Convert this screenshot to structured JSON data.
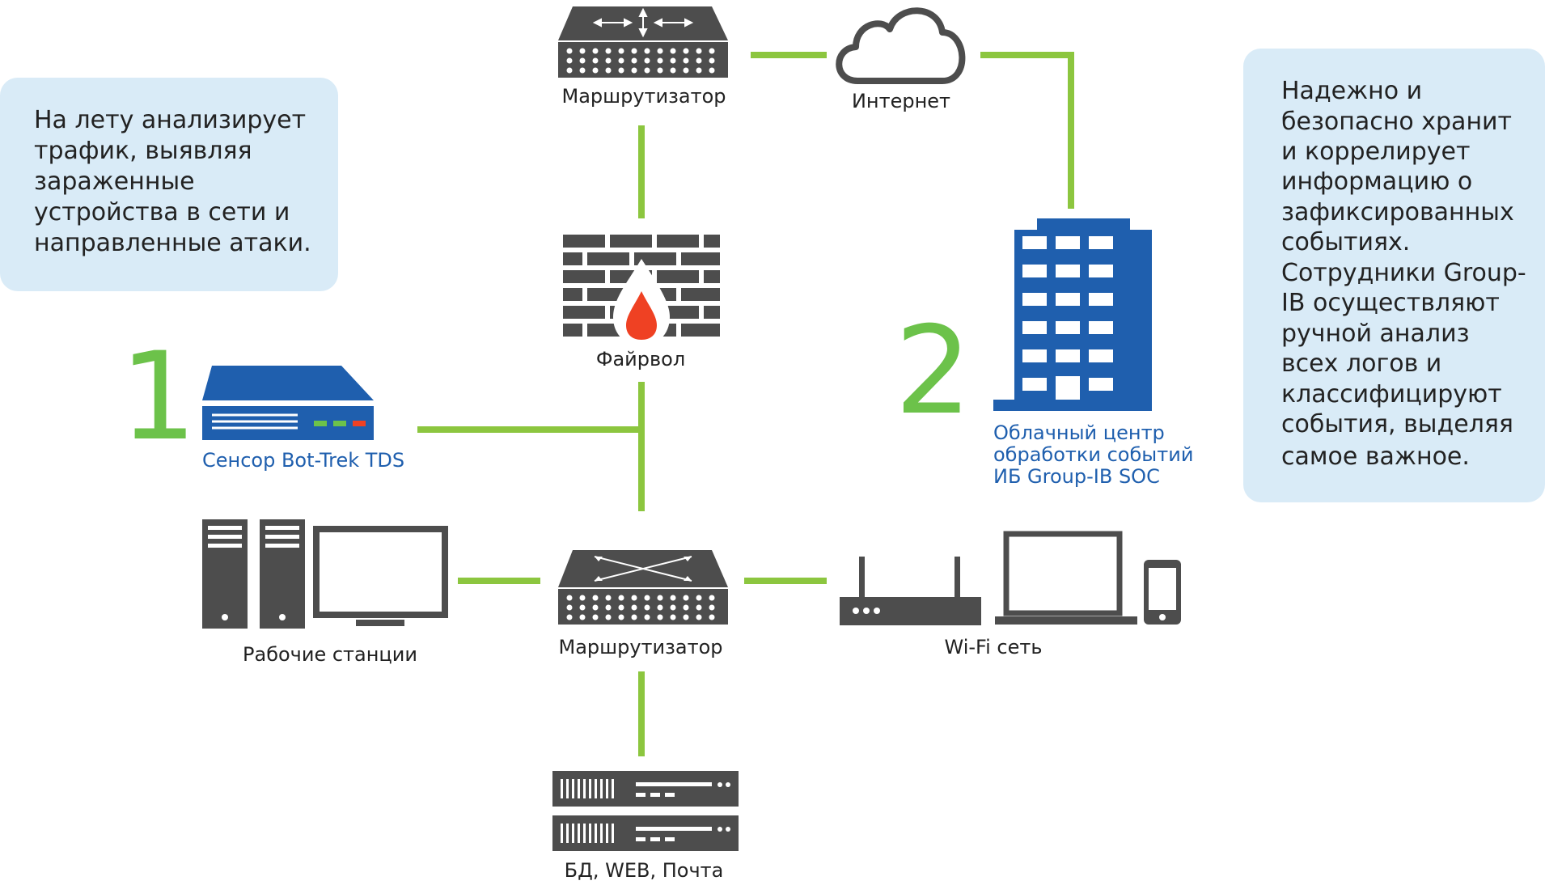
{
  "notes": {
    "left": [
      "На лету анализирует",
      "трафик, выявляя",
      "зараженные",
      "устройства в сети и",
      "направленные атаки."
    ],
    "right": [
      "Надежно и",
      "безопасно хранит",
      "и коррелирует",
      "информацию о",
      "зафиксированных",
      "событиях.",
      "Сотрудники Group-",
      "IB осуществляют",
      "ручной анализ",
      "всех логов и",
      "классифицируют",
      "события, выделяя",
      "самое важное."
    ]
  },
  "markers": {
    "one": "1",
    "two": "2"
  },
  "nodes": {
    "router_top": "Маршрутизатор",
    "internet": "Интернет",
    "firewall": "Файрвол",
    "sensor": "Сенсор Bot-Trek TDS",
    "soc": [
      "Облачный центр",
      "обработки событий",
      "ИБ Group-IB SOC"
    ],
    "workstations": "Рабочие станции",
    "router_bottom": "Маршрутизатор",
    "wifi": "Wi-Fi сеть",
    "servers": "БД, WEB, Почта"
  },
  "colors": {
    "link": "#8cc63f",
    "number": "#6cc24a",
    "device": "#4d4d4d",
    "brand_blue": "#1f5fae",
    "note_bg": "#d9ebf7"
  }
}
